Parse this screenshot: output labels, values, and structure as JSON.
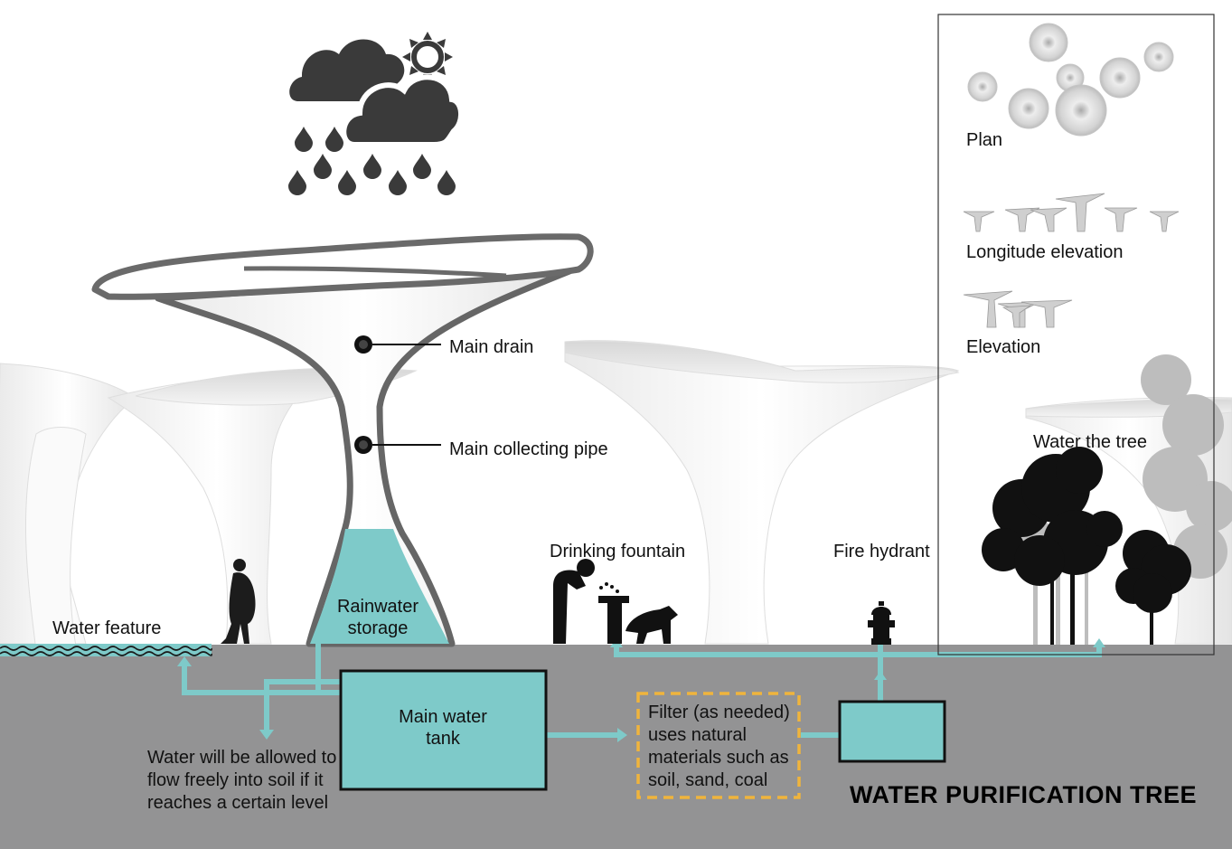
{
  "labels": {
    "main_drain": "Main drain",
    "main_collecting_pipe": "Main collecting pipe",
    "rainwater_storage": "Rainwater\nstorage",
    "water_feature": "Water feature",
    "drinking_fountain": "Drinking fountain",
    "fire_hydrant": "Fire hydrant",
    "water_the_tree": "Water the tree",
    "main_water_tank": "Main water\ntank",
    "filter": "Filter (as needed)\nuses natural\nmaterials such as\nsoil, sand, coal",
    "overflow_note": "Water will be allowed to\nflow freely into soil if it\nreaches a certain level",
    "title": "WATER PURIFICATION TREE"
  },
  "legend": {
    "plan": "Plan",
    "longitude_elevation": "Longitude elevation",
    "elevation": "Elevation"
  },
  "colors": {
    "water": "#7ecac9",
    "ground": "#939394",
    "icon": "#3a3a3a",
    "filter_border": "#f0b43c",
    "canopy": "#e6e6e6"
  },
  "icons": [
    "cloud-icon",
    "sun-icon",
    "raindrop-icon",
    "person-walking-icon",
    "drinking-fountain-icon",
    "dog-icon",
    "fire-hydrant-icon",
    "tree-icon"
  ]
}
